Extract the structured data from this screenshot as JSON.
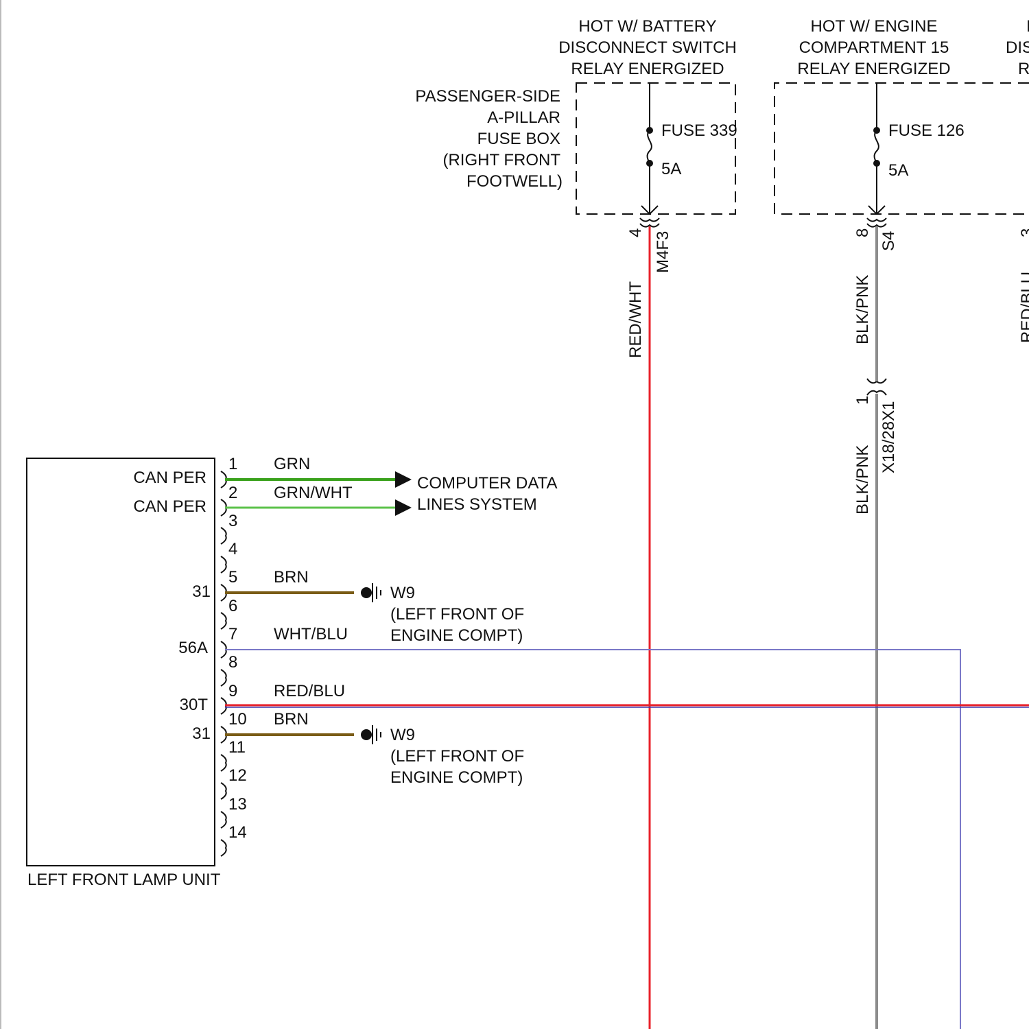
{
  "colors": {
    "red_wht": "#e8202a",
    "blk_pnk": "#8c8c8c",
    "grn": "#3aa21c",
    "grn_wht": "#5cc24a",
    "brn": "#7a5c16",
    "wht_blu": "#7a78c8",
    "red_blu_top": "#e8202a",
    "red_blu_bottom": "#3a3ab0"
  },
  "sources": [
    {
      "lines": [
        "HOT W/ BATTERY",
        "DISCONNECT SWITCH",
        "RELAY ENERGIZED"
      ],
      "fuse": "FUSE 339",
      "rating": "5A",
      "pin": "4",
      "connector": "M4F3",
      "wire": "RED/WHT"
    },
    {
      "lines": [
        "HOT W/ ENGINE",
        "COMPARTMENT 15",
        "RELAY ENERGIZED"
      ],
      "fuse": "FUSE 126",
      "rating": "5A",
      "pin": "8",
      "connector": "S4",
      "wire": "BLK/PNK"
    },
    {
      "lines": [
        "I",
        "DIS",
        "R"
      ],
      "pin": "3",
      "wire": "RED/BLU"
    }
  ],
  "fuse_box": [
    "PASSENGER-SIDE",
    "A-PILLAR",
    "FUSE BOX",
    "(RIGHT FRONT",
    "FOOTWELL)"
  ],
  "inline_connector": {
    "pin": "1",
    "name": "X18/28X1",
    "wire": "BLK/PNK"
  },
  "lamp_unit": {
    "title": "LEFT FRONT LAMP UNIT",
    "pins": [
      {
        "num": "1",
        "label": "CAN PER",
        "wire": "GRN"
      },
      {
        "num": "2",
        "label": "CAN PER",
        "wire": "GRN/WHT"
      },
      {
        "num": "3"
      },
      {
        "num": "4"
      },
      {
        "num": "5",
        "label": "31",
        "wire": "BRN"
      },
      {
        "num": "6"
      },
      {
        "num": "7",
        "label": "56A",
        "wire": "WHT/BLU"
      },
      {
        "num": "8"
      },
      {
        "num": "9",
        "label": "30T",
        "wire": "RED/BLU"
      },
      {
        "num": "10",
        "label": "31",
        "wire": "BRN"
      },
      {
        "num": "11"
      },
      {
        "num": "12"
      },
      {
        "num": "13"
      },
      {
        "num": "14"
      }
    ]
  },
  "data_lines": [
    "COMPUTER DATA",
    "LINES SYSTEM"
  ],
  "grounds": [
    {
      "name": "W9",
      "desc": [
        "(LEFT FRONT OF",
        "ENGINE COMPT)"
      ]
    },
    {
      "name": "W9",
      "desc": [
        "(LEFT FRONT OF",
        "ENGINE COMPT)"
      ]
    }
  ]
}
